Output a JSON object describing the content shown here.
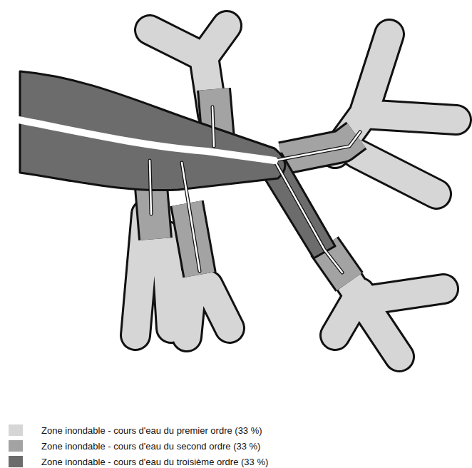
{
  "diagram": {
    "legend": [
      {
        "text": "Zone inondable - cours d'eau du premier ordre (33 %)",
        "color": "#d6d6d6"
      },
      {
        "text": "Zone inondable - cours d'eau du second ordre (33 %)",
        "color": "#a3a3a3"
      },
      {
        "text": "Zone inondable - cours d'eau du troisième ordre (33 %)",
        "color": "#6c6c6c"
      }
    ]
  }
}
